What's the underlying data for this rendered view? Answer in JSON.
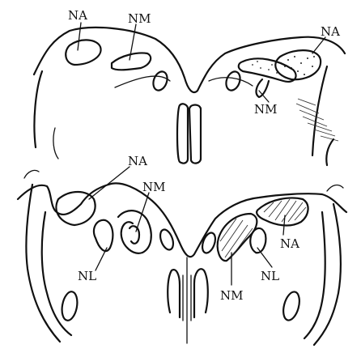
{
  "figure": {
    "panels": [
      {
        "name": "upper-section",
        "labels": {
          "na_left": "NA",
          "nm_left": "NM",
          "na_right": "NA",
          "nm_right": "NM"
        }
      },
      {
        "name": "lower-section",
        "labels": {
          "na_left": "NA",
          "nm_left": "NM",
          "nl_left": "NL",
          "na_right": "NA",
          "nl_right": "NL",
          "nm_right": "NM"
        }
      }
    ]
  }
}
